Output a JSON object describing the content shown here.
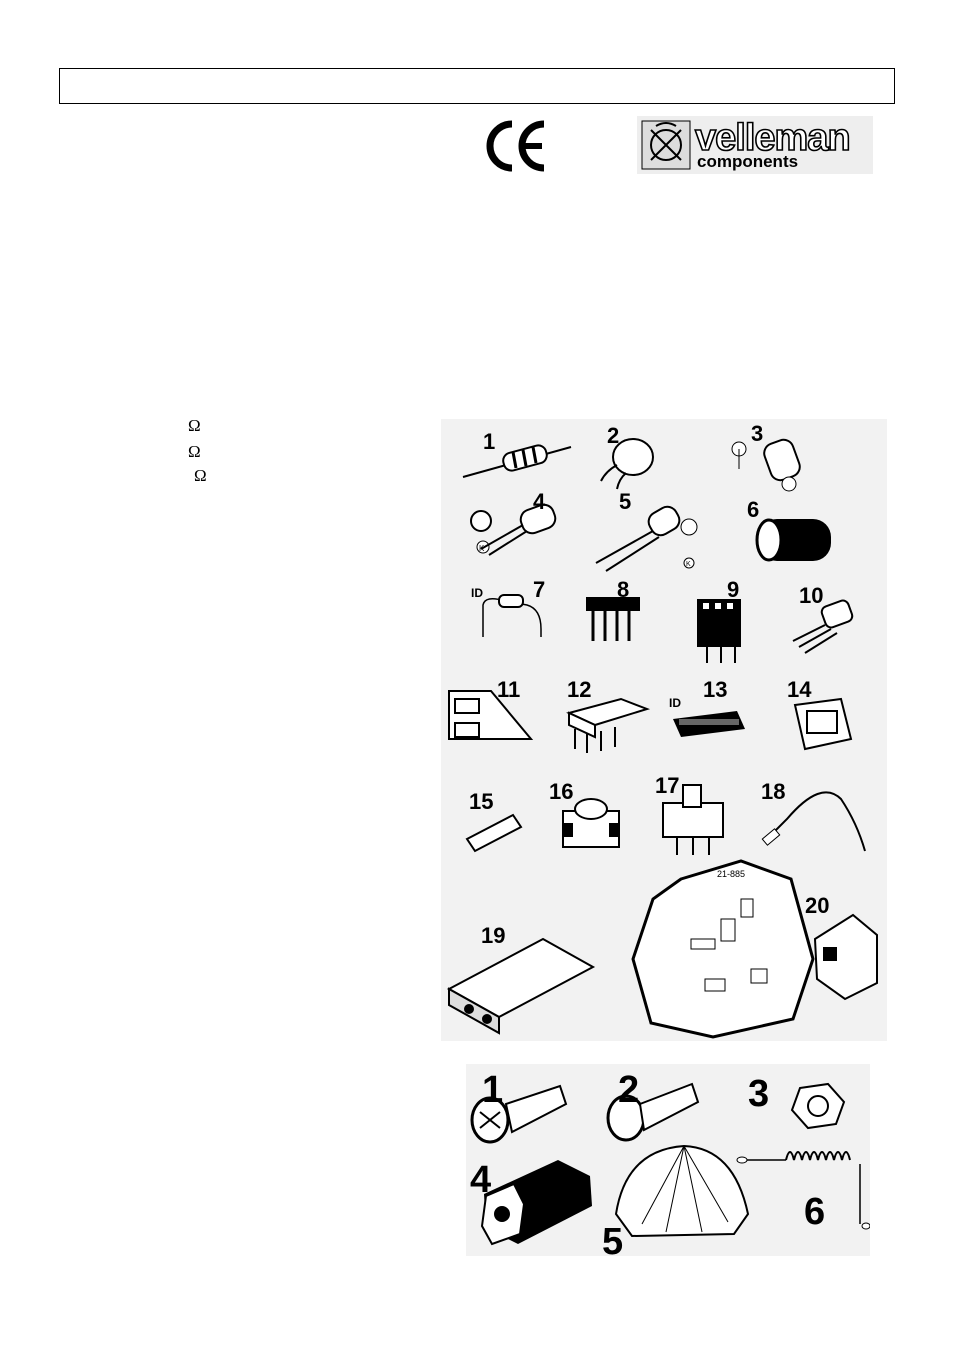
{
  "header": {
    "title": ""
  },
  "marks": {
    "ce": "CE",
    "brand": "velleman",
    "brand_sub": "components"
  },
  "ohm_symbols": [
    "Ω",
    "Ω",
    "Ω"
  ],
  "electronic_parts": {
    "labels": [
      "1",
      "2",
      "3",
      "4",
      "5",
      "6",
      "7",
      "8",
      "9",
      "10",
      "11",
      "12",
      "13",
      "14",
      "15",
      "16",
      "17",
      "18",
      "19",
      "20"
    ],
    "pin_id": "ID",
    "cathode": "K",
    "pcb_label": "21-885"
  },
  "mechanical_parts": {
    "labels": [
      "1",
      "2",
      "3",
      "4",
      "5",
      "6"
    ]
  },
  "colors": {
    "ink": "#000000",
    "panel": "#f2f2f2",
    "logo_bg": "#eeeeee"
  }
}
